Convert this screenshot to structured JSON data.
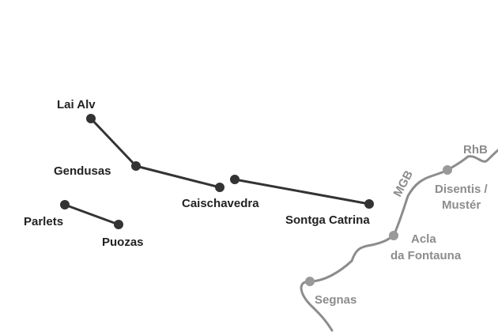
{
  "colors": {
    "lift_line": "#333333",
    "lift_station": "#333333",
    "railway": "#8c8c8c",
    "railway_station": "#999999",
    "station_label": "#222222",
    "railway_label": "#8c8c8c"
  },
  "lift_stations": [
    {
      "id": "lai-alv",
      "label": "Lai Alv"
    },
    {
      "id": "gendusas",
      "label": "Gendusas"
    },
    {
      "id": "caischavedra",
      "label": "Caischavedra"
    },
    {
      "id": "sontga-catrina",
      "label": "Sontga Catrina"
    },
    {
      "id": "parlets",
      "label": "Parlets"
    },
    {
      "id": "puozas",
      "label": "Puozas"
    }
  ],
  "railway": {
    "operators": [
      "MGB",
      "RhB"
    ],
    "stations": [
      {
        "id": "disentis",
        "label_lines": [
          "Disentis /",
          "Mustér"
        ]
      },
      {
        "id": "acla",
        "label_lines": [
          "Acla",
          "da Fontauna"
        ]
      },
      {
        "id": "segnas",
        "label_lines": [
          "Segnas"
        ]
      }
    ]
  }
}
